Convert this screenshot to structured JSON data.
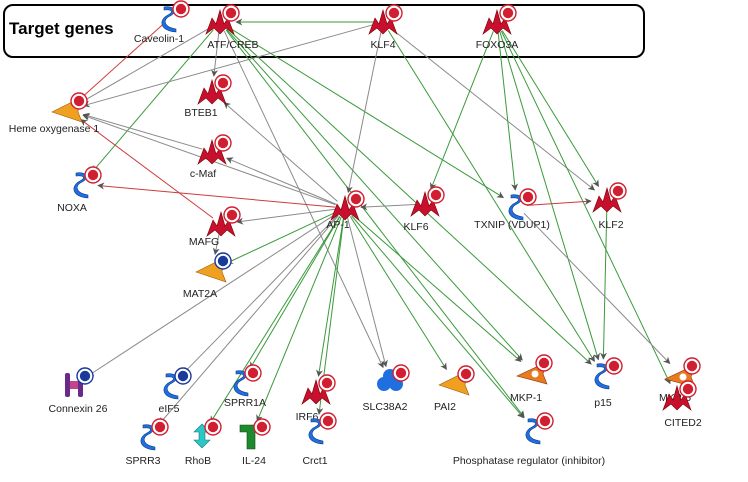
{
  "title": "Target genes",
  "colors": {
    "activation": "#3a9a3a",
    "inhibition": "#d03a3a",
    "binding": "#8a8a8a",
    "tf": "#c8102e",
    "protein": "#1f6fe0",
    "enzyme": "#f0a020",
    "phosphatase": "#e87a20",
    "receptor": "#6a2a8a",
    "ligand": "#1e8a2e",
    "gtpase": "#2cc6c6"
  },
  "nodes": [
    {
      "id": "caveolin",
      "label": "Caveolin-1",
      "shape": "protein",
      "color": "#1f6fe0"
    },
    {
      "id": "atf",
      "label": "ATF/CREB",
      "shape": "tf",
      "color": "#c8102e"
    },
    {
      "id": "klf4",
      "label": "KLF4",
      "shape": "tf",
      "color": "#c8102e"
    },
    {
      "id": "foxo3a",
      "label": "FOXO3A",
      "shape": "tf",
      "color": "#c8102e"
    },
    {
      "id": "heme",
      "label": "Heme oxygenase 1",
      "shape": "enzyme",
      "color": "#f0a020"
    },
    {
      "id": "bteb1",
      "label": "BTEB1",
      "shape": "tf",
      "color": "#c8102e"
    },
    {
      "id": "cmaf",
      "label": "c-Maf",
      "shape": "tf",
      "color": "#c8102e"
    },
    {
      "id": "noxa",
      "label": "NOXA",
      "shape": "protein",
      "color": "#1f6fe0"
    },
    {
      "id": "ap1",
      "label": "AP-1",
      "shape": "tf",
      "color": "#c8102e"
    },
    {
      "id": "klf6",
      "label": "KLF6",
      "shape": "tf",
      "color": "#c8102e"
    },
    {
      "id": "txnip",
      "label": "TXNIP (VDUP1)",
      "shape": "protein",
      "color": "#1f6fe0"
    },
    {
      "id": "klf2",
      "label": "KLF2",
      "shape": "tf",
      "color": "#c8102e"
    },
    {
      "id": "mafg",
      "label": "MAFG",
      "shape": "tf",
      "color": "#c8102e"
    },
    {
      "id": "mat2a",
      "label": "MAT2A",
      "shape": "enzyme",
      "color": "#f0a020"
    },
    {
      "id": "connexin",
      "label": "Connexin 26",
      "shape": "channel",
      "color": "#6a2a8a"
    },
    {
      "id": "eif5",
      "label": "eIF5",
      "shape": "protein",
      "color": "#1f6fe0"
    },
    {
      "id": "sprr1a",
      "label": "SPRR1A",
      "shape": "protein",
      "color": "#1f6fe0"
    },
    {
      "id": "irf6",
      "label": "IRF6",
      "shape": "tf",
      "color": "#c8102e"
    },
    {
      "id": "slc38a2",
      "label": "SLC38A2",
      "shape": "transporter",
      "color": "#1f6fe0"
    },
    {
      "id": "pai2",
      "label": "PAI2",
      "shape": "enzyme",
      "color": "#f0a020"
    },
    {
      "id": "mkp1",
      "label": "MKP-1",
      "shape": "phosphatase",
      "color": "#e87a20"
    },
    {
      "id": "p15",
      "label": "p15",
      "shape": "protein",
      "color": "#1f6fe0"
    },
    {
      "id": "mkp5",
      "label": "MKP-5",
      "shape": "phosphatase",
      "color": "#e87a20"
    },
    {
      "id": "cited2",
      "label": "CITED2",
      "shape": "tf",
      "color": "#c8102e"
    },
    {
      "id": "sprr3",
      "label": "SPRR3",
      "shape": "protein",
      "color": "#1f6fe0"
    },
    {
      "id": "rhob",
      "label": "RhoB",
      "shape": "gtpase",
      "color": "#2cc6c6"
    },
    {
      "id": "il24",
      "label": "IL-24",
      "shape": "ligand",
      "color": "#1e8a2e"
    },
    {
      "id": "crct1",
      "label": "Crct1",
      "shape": "protein",
      "color": "#1f6fe0"
    },
    {
      "id": "phosreg",
      "label": "Phosphatase regulator (inhibitor)",
      "shape": "protein",
      "color": "#1f6fe0"
    }
  ],
  "edges": [
    {
      "from": "caveolin",
      "to": "heme",
      "type": "inhibition"
    },
    {
      "from": "atf",
      "to": "heme",
      "type": "binding"
    },
    {
      "from": "atf",
      "to": "bteb1",
      "type": "binding"
    },
    {
      "from": "atf",
      "to": "noxa",
      "type": "activation"
    },
    {
      "from": "atf",
      "to": "txnip",
      "type": "activation"
    },
    {
      "from": "atf",
      "to": "p15",
      "type": "activation"
    },
    {
      "from": "atf",
      "to": "mkp1",
      "type": "activation"
    },
    {
      "from": "atf",
      "to": "slc38a2",
      "type": "binding"
    },
    {
      "from": "atf",
      "to": "phosreg",
      "type": "activation"
    },
    {
      "from": "klf4",
      "to": "atf",
      "type": "activation"
    },
    {
      "from": "klf4",
      "to": "heme",
      "type": "binding"
    },
    {
      "from": "klf4",
      "to": "ap1",
      "type": "binding"
    },
    {
      "from": "klf4",
      "to": "p15",
      "type": "activation"
    },
    {
      "from": "klf4",
      "to": "klf2",
      "type": "binding"
    },
    {
      "from": "foxo3a",
      "to": "klf6",
      "type": "activation"
    },
    {
      "from": "foxo3a",
      "to": "txnip",
      "type": "activation"
    },
    {
      "from": "foxo3a",
      "to": "klf2",
      "type": "activation"
    },
    {
      "from": "foxo3a",
      "to": "p15",
      "type": "activation"
    },
    {
      "from": "foxo3a",
      "to": "cited2",
      "type": "activation"
    },
    {
      "from": "cmaf",
      "to": "heme",
      "type": "binding"
    },
    {
      "from": "ap1",
      "to": "heme",
      "type": "binding"
    },
    {
      "from": "ap1",
      "to": "noxa",
      "type": "inhibition"
    },
    {
      "from": "ap1",
      "to": "bteb1",
      "type": "binding"
    },
    {
      "from": "ap1",
      "to": "cmaf",
      "type": "binding"
    },
    {
      "from": "ap1",
      "to": "mafg",
      "type": "binding"
    },
    {
      "from": "ap1",
      "to": "mat2a",
      "type": "activation"
    },
    {
      "from": "ap1",
      "to": "connexin",
      "type": "binding"
    },
    {
      "from": "ap1",
      "to": "eif5",
      "type": "binding"
    },
    {
      "from": "ap1",
      "to": "sprr1a",
      "type": "activation"
    },
    {
      "from": "ap1",
      "to": "sprr3",
      "type": "binding"
    },
    {
      "from": "ap1",
      "to": "irf6",
      "type": "activation"
    },
    {
      "from": "ap1",
      "to": "rhob",
      "type": "activation"
    },
    {
      "from": "ap1",
      "to": "il24",
      "type": "activation"
    },
    {
      "from": "ap1",
      "to": "crct1",
      "type": "activation"
    },
    {
      "from": "ap1",
      "to": "slc38a2",
      "type": "binding"
    },
    {
      "from": "ap1",
      "to": "pai2",
      "type": "activation"
    },
    {
      "from": "ap1",
      "to": "mkp1",
      "type": "activation"
    },
    {
      "from": "ap1",
      "to": "phosreg",
      "type": "activation"
    },
    {
      "from": "klf6",
      "to": "ap1",
      "type": "binding"
    },
    {
      "from": "txnip",
      "to": "klf2",
      "type": "inhibition"
    },
    {
      "from": "klf2",
      "to": "p15",
      "type": "activation"
    },
    {
      "from": "txnip",
      "to": "mkp5",
      "type": "binding"
    },
    {
      "from": "mafg",
      "to": "heme",
      "type": "inhibition"
    },
    {
      "from": "mafg",
      "to": "mat2a",
      "type": "binding"
    }
  ]
}
